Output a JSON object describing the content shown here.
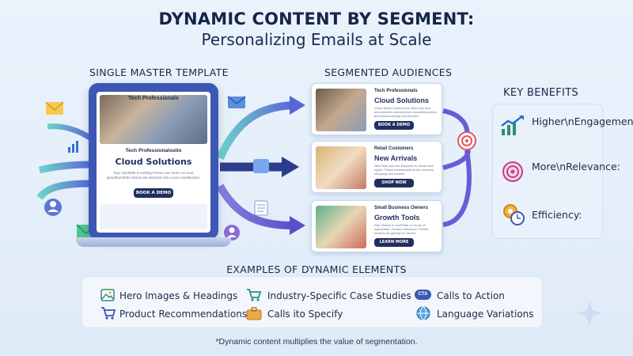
{
  "title": "DYNAMIC CONTENT BY SEGMENT:",
  "subtitle": "Personalizing Emails at Scale",
  "master": {
    "heading": "SINGLE MASTER TEMPLATE",
    "hero_title": "Tech Professionals",
    "audience_line": "Tech Professionalsutio",
    "product_title": "Cloud Solutions",
    "body_text": "Tsac Sechbite 8 Hottling Femen ans heeis Ais nout plaudhre\\nfehe ehavis ale edoerdd sels a sour smalltesdes.",
    "cta": "BOOK A DEMO"
  },
  "segments": {
    "heading": "SEGMENTED AUDIENCES",
    "cards": [
      {
        "audience": "Tech Professionals",
        "headline": "Cloud Solutions",
        "body": "Cloud Nesef Solutions bu stide ciny and acnoudoden custoereseee ossodiessoustion and ansioessesing tosl lissebes.",
        "cta": "BOOK A DEMO"
      },
      {
        "audience": "Retail Customers",
        "headline": "New Arrivals",
        "body": "New Bew sesi Ass Ahpewes to brude vose tuples. Possn brsssssoddens tour arthwey chopping ben sousefl.",
        "cta": "SHOP NOW"
      },
      {
        "audience": "Small Business Owners",
        "headline": "Growth Tools",
        "body": "Rha Vihads & Trsol'Riba. to brruly of eignecaser, cleoben edsscoser Tuesla tonsses ad gaoling for bitunre.",
        "cta": "LEARN MORE"
      }
    ]
  },
  "benefits": {
    "heading": "KEY BENEFITS",
    "items": [
      {
        "label": "Higher\\nEngagement:",
        "icon": "growth-chart-icon"
      },
      {
        "label": "More\\nRelevance:",
        "icon": "target-icon"
      },
      {
        "label": "Efficiency:",
        "icon": "gears-clock-icon"
      }
    ]
  },
  "examples": {
    "heading": "EXAMPLES OF DYNAMIC ELEMENTS",
    "items": [
      {
        "label": "Hero Images & Headings",
        "icon": "image-icon"
      },
      {
        "label": "Industry-Specific Case Studies",
        "icon": "cart-icon"
      },
      {
        "label": "Calls to Action",
        "icon": "cta-badge-icon",
        "badge": "CTA"
      },
      {
        "label": "Product Recommendations",
        "icon": "shopping-cart-icon"
      },
      {
        "label": "Calls ito Specify",
        "icon": "briefcase-icon"
      },
      {
        "label": "Language Variations",
        "icon": "globe-icon"
      }
    ]
  },
  "footnote": "*Dynamic content multiplies the value of segmentation.",
  "colors": {
    "navy": "#1f2f5e",
    "laptop_blue": "#3d57b5",
    "arrow_gradient_start": "#6dd3c9",
    "arrow_gradient_end": "#5a66d8",
    "arrow_purple": "#6a5bd6",
    "target_red": "#e0565b"
  }
}
